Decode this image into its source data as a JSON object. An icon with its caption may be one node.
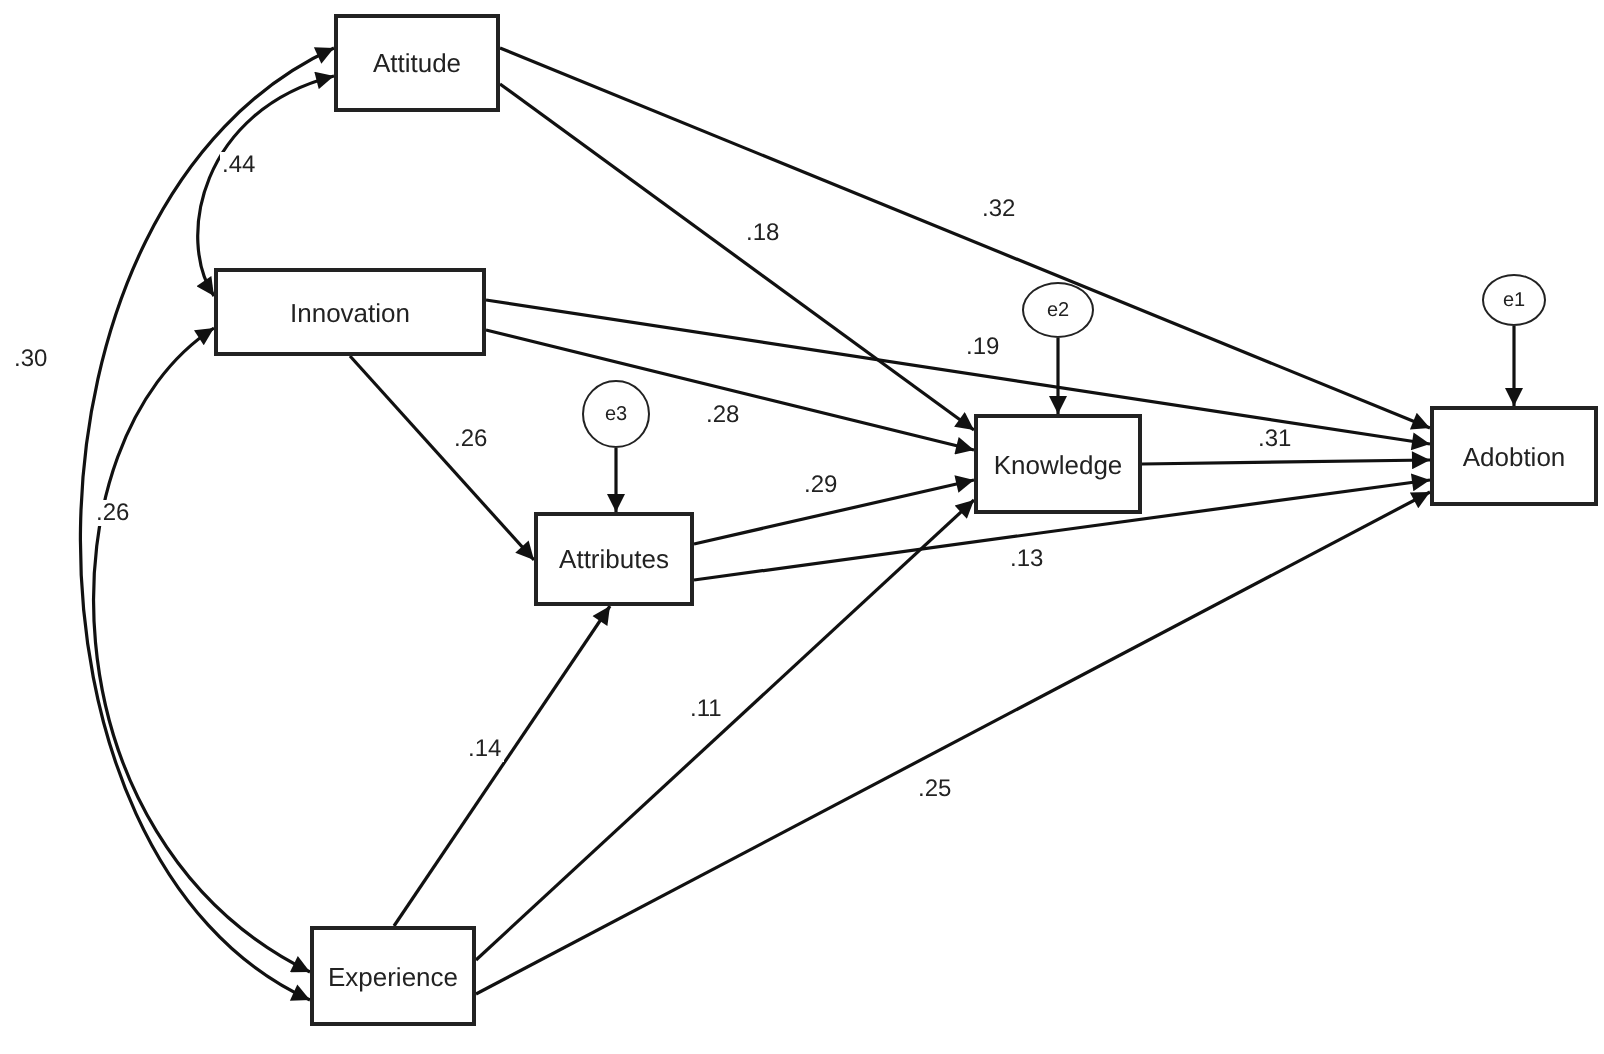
{
  "diagram": {
    "nodes": [
      {
        "text": [
          "Attitude"
        ]
      },
      {
        "text": [
          "Innovation"
        ]
      },
      {
        "text": [
          "e3"
        ]
      },
      {
        "text": [
          "Attributes"
        ]
      },
      {
        "text": [
          "e2"
        ]
      },
      {
        "text": [
          "Knowledge"
        ]
      },
      {
        "text": [
          "e1"
        ]
      },
      {
        "text": [
          "Adobtion"
        ]
      },
      {
        "text": [
          "Experience"
        ]
      }
    ],
    "edges": [
      {
        "from": 0,
        "to": 5,
        "arrow": "to",
        "label": ".18"
      },
      {
        "from": 0,
        "to": 7,
        "arrow": "to",
        "label": ".32"
      },
      {
        "from": 1,
        "to": 7,
        "arrow": "to",
        "label": ".19"
      },
      {
        "from": 1,
        "to": 5,
        "arrow": "to",
        "label": ".28"
      },
      {
        "from": 1,
        "to": 3,
        "arrow": "to",
        "label": ".26"
      },
      {
        "from": 2,
        "to": 3,
        "arrow": "to"
      },
      {
        "from": 4,
        "to": 5,
        "arrow": "to"
      },
      {
        "from": 6,
        "to": 7,
        "arrow": "to"
      },
      {
        "from": 3,
        "to": 5,
        "arrow": "to",
        "label": ".29"
      },
      {
        "from": 3,
        "to": 7,
        "arrow": "to",
        "label": ".13"
      },
      {
        "from": 5,
        "to": 7,
        "arrow": "to",
        "label": ".31"
      },
      {
        "from": 8,
        "to": 3,
        "arrow": "to",
        "label": ".14"
      },
      {
        "from": 8,
        "to": 5,
        "arrow": "to",
        "label": ".11"
      },
      {
        "from": 8,
        "to": 7,
        "arrow": "to",
        "label": ".25"
      },
      {
        "from": 0,
        "to": 1,
        "arrow": "both",
        "label": ".44"
      },
      {
        "from": 0,
        "to": 8,
        "arrow": "both",
        "label": ".30"
      },
      {
        "from": 1,
        "to": 8,
        "arrow": "both",
        "label": ".26"
      }
    ]
  }
}
